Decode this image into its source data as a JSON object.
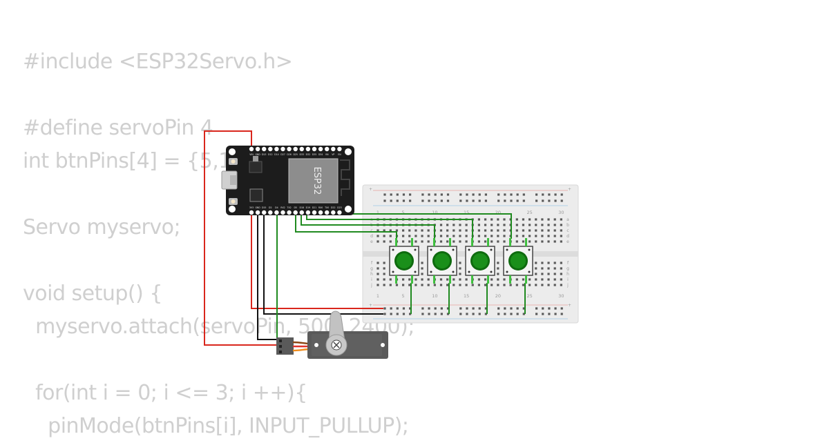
{
  "code_lines": [
    "#include <ESP32Servo.h>",
    "",
    "#define servoPin 4",
    "int btnPins[4] = {5,1",
    "",
    "Servo myservo;",
    "",
    "void setup() {",
    "  myservo.attach(servoPin, 500, 2400);",
    "",
    "  for(int i = 0; i <= 3; i ++){",
    "    pinMode(btnPins[i], INPUT_PULLUP);"
  ],
  "esp32": {
    "chip_label": "ESP32",
    "top_pins": [
      "VIN",
      "GND",
      "D13",
      "D12",
      "D14",
      "D27",
      "D26",
      "D25",
      "D33",
      "D32",
      "D35",
      "D34",
      "VN",
      "VP",
      "EN"
    ],
    "bottom_pins": [
      "3V3",
      "GND",
      "D15",
      "D2",
      "D4",
      "RX2",
      "TX2",
      "D5",
      "D18",
      "D19",
      "D21",
      "RX0",
      "TX0",
      "D22",
      "D23"
    ]
  },
  "breadboard": {
    "column_numbers": [
      "1",
      "5",
      "10",
      "15",
      "20",
      "25",
      "30"
    ],
    "rows_top": [
      "a",
      "b",
      "c",
      "d",
      "e"
    ],
    "rows_bottom": [
      "f",
      "g",
      "h",
      "i",
      "j"
    ],
    "rail_symbols": [
      "+",
      "−"
    ]
  },
  "colors": {
    "code_text": "#cfcfcf",
    "wire_red": "#d9261c",
    "wire_black": "#111111",
    "wire_green": "#1f8a1f",
    "button_cap": "#1a8f1a",
    "board_black": "#1c1c1c",
    "servo_gray": "#5a5a5a"
  }
}
